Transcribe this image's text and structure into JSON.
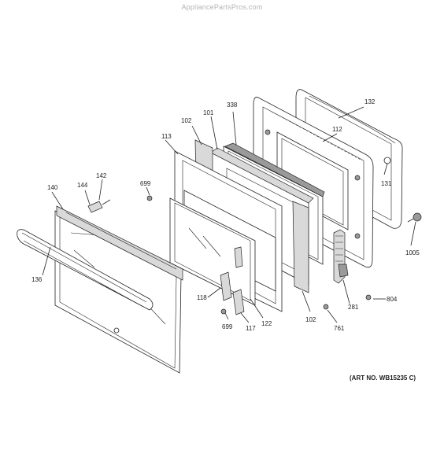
{
  "header": {
    "site": "AppliancePartsPros.com"
  },
  "art_number": "(ART NO. WB15235 C)",
  "callouts": {
    "p132": "132",
    "p338": "338",
    "p101": "101",
    "p102a": "102",
    "p112": "112",
    "p113": "113",
    "p142": "142",
    "p144": "144",
    "p140": "140",
    "p699a": "699",
    "p131": "131",
    "p1005": "1005",
    "p136": "136",
    "p118": "118",
    "p804": "804",
    "p281": "281",
    "p102b": "102",
    "p699b": "699",
    "p117": "117",
    "p122": "122",
    "p761": "761"
  }
}
